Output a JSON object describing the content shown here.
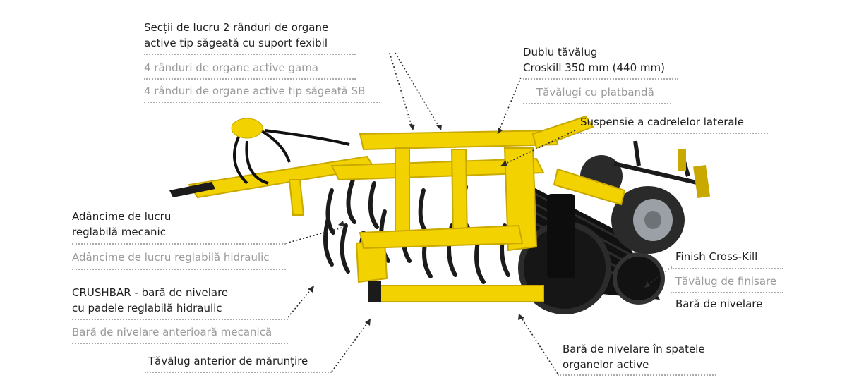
{
  "labels": {
    "sections_line1": "Secții de lucru 2 rânduri de organe",
    "sections_line2": "active tip săgeată cu suport fexibil",
    "sections_alt1": "4 rânduri de organe active gama",
    "sections_alt2": "4 rânduri de organe active tip săgeată SB",
    "roller_line1": "Dublu tăvălug",
    "roller_line2": "Croskill 350 mm (440 mm)",
    "roller_alt": "Tăvălugi cu platbandă",
    "suspension": "Suspensie a cadrelelor laterale",
    "depth_line1": "Adâncime de lucru",
    "depth_line2": "reglabilă mecanic",
    "depth_alt": "Adâncime de lucru reglabilă hidraulic",
    "crushbar_line1": "CRUSHBAR - bară de nivelare",
    "crushbar_line2": "cu padele reglabilă hidraulic",
    "crushbar_alt": "Bară de nivelare anterioară mecanică",
    "front_roller": "Tăvălug anterior de mărunțire",
    "rear_bar_line1": "Bară de nivelare în spatele",
    "rear_bar_line2": "organelor active",
    "finish": "Finish Cross-Kill",
    "finish_alt": "Tăvălug de finisare",
    "level_bar": "Bară de nivelare"
  },
  "colors": {
    "frame": "#f2d200",
    "frame_dark": "#c9a900",
    "steel": "#1b1b1b",
    "tire": "#2a2a2a",
    "rim": "#9aa0a6",
    "leader": "#2b2b2b",
    "separator": "#aaaaaa"
  }
}
